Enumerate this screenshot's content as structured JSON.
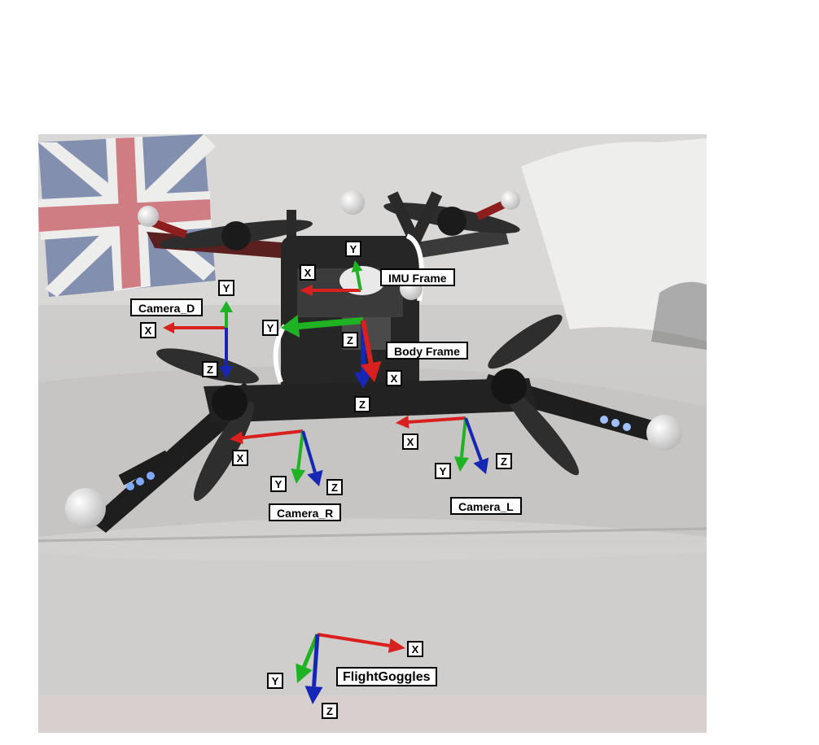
{
  "frames": {
    "imu": {
      "name": "IMU Frame",
      "axes": {
        "x": "X",
        "y": "Y"
      }
    },
    "body": {
      "name": "Body Frame",
      "axes": {
        "x": "X",
        "y": "Y",
        "z": "Z"
      }
    },
    "cam_d": {
      "name": "Camera_D",
      "axes": {
        "x": "X",
        "y": "Y",
        "z": "Z"
      }
    },
    "cam_r": {
      "name": "Camera_R",
      "axes": {
        "x": "X",
        "y": "Y",
        "z": "Z"
      }
    },
    "cam_l": {
      "name": "Camera_L",
      "axes": {
        "x": "X",
        "y": "Y",
        "z": "Z"
      }
    },
    "fg": {
      "name": "FlightGoggles",
      "axes": {
        "x": "X",
        "y": "Y",
        "z": "Z"
      }
    }
  },
  "colors": {
    "x_axis": "#d9201f",
    "y_axis": "#1fb323",
    "z_axis": "#1727b5",
    "photo_bg": "#d6d4d1",
    "drone_body": "#262626"
  }
}
